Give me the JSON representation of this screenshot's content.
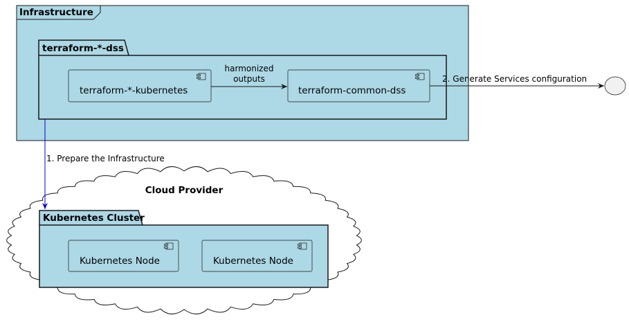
{
  "infrastructure": {
    "title": "Infrastructure",
    "package": {
      "title": "terraform-*-dss",
      "components": [
        {
          "label": "terraform-*-kubernetes"
        },
        {
          "label": "terraform-common-dss"
        }
      ]
    }
  },
  "cloud": {
    "title": "Cloud Provider",
    "cluster": {
      "title": "Kubernetes Cluster",
      "nodes": [
        {
          "label": "Kubernetes Node"
        },
        {
          "label": "Kubernetes Node"
        }
      ]
    }
  },
  "edges": {
    "harmonized_line1": "harmonized",
    "harmonized_line2": "outputs",
    "generate": "2. Generate Services configuration",
    "prepare": "1. Prepare the Infrastructure"
  },
  "colors": {
    "container_fill": "#ADD8E6",
    "stroke": "#181818",
    "prepare_arrow": "#0000CC"
  }
}
